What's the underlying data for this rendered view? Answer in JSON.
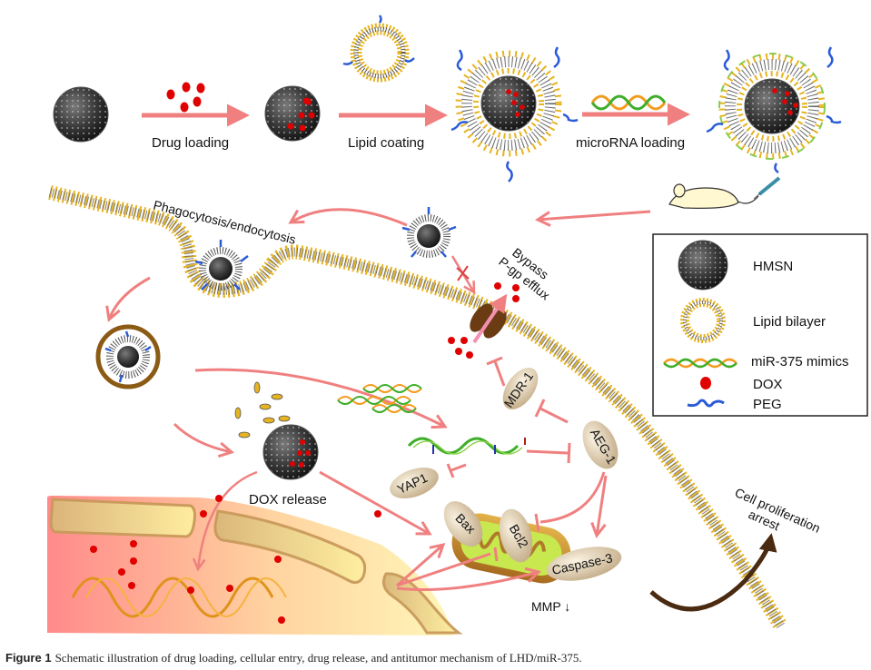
{
  "figure": {
    "steps": [
      {
        "id": "drug-loading",
        "label": "Drug loading"
      },
      {
        "id": "lipid-coating",
        "label": "Lipid coating"
      },
      {
        "id": "microrna-loading",
        "label": "microRNA loading"
      }
    ],
    "labels": {
      "phagocytosis": "Phagocytosis/endocytosis",
      "bypass_line1": "Bypass",
      "bypass_line2": "P-gp efflux",
      "dox_release": "DOX release",
      "cell_arrest_line1": "Cell proliferation",
      "cell_arrest_line2": "arrest",
      "mmp": "MMP ↓"
    },
    "proteins": {
      "mdr1": "MDR-1",
      "aeg1": "AEG-1",
      "yap1": "YAP1",
      "bax": "Bax",
      "bcl2": "Bcl2",
      "caspase3": "Caspase-3"
    },
    "legend": {
      "items": [
        {
          "icon": "hmsn-icon",
          "label": "HMSN"
        },
        {
          "icon": "lipid-bilayer-icon",
          "label": "Lipid bilayer"
        },
        {
          "icon": "mirna-icon",
          "label": "miR-375 mimics"
        },
        {
          "icon": "dox-icon",
          "label": "DOX"
        },
        {
          "icon": "peg-icon",
          "label": "PEG"
        }
      ]
    },
    "colors": {
      "arrow": "#f08080",
      "dox": "#e00000",
      "lipid_head": "#e6b422",
      "peg": "#2a5bd7",
      "protein": "#d8c8a8",
      "nucleus_left": "#ff8888",
      "nucleus_right": "#fff5b0"
    }
  },
  "caption": {
    "label": "Figure 1",
    "text": "Schematic illustration of drug loading, cellular entry, drug release, and antitumor mechanism of LHD/miR-375."
  }
}
